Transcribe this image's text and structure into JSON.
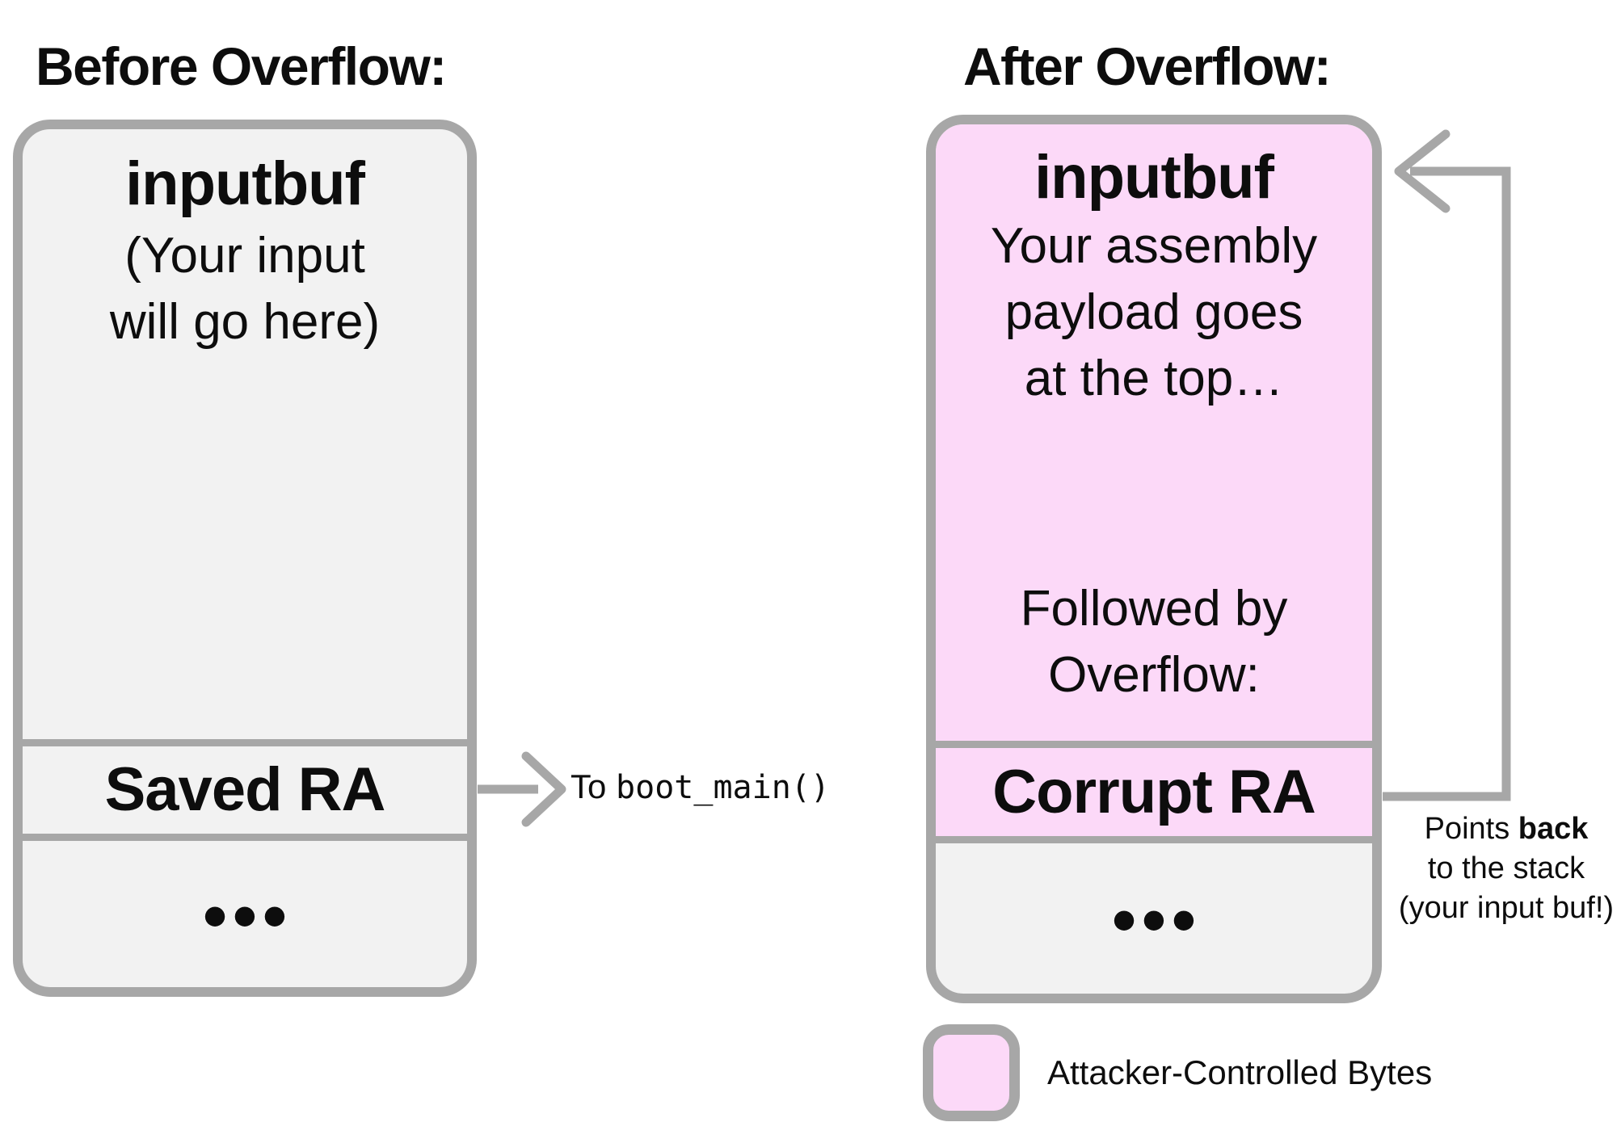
{
  "colors": {
    "attacker_pink": "#fcd9f8",
    "stack_gray_fill": "#f2f2f2",
    "outline_gray": "#a7a7a7",
    "text_black": "#0d0d0d"
  },
  "before": {
    "title": "Before Overflow:",
    "box": {
      "buffer_name": "inputbuf",
      "buffer_note": "(Your input\nwill go here)",
      "return_slot": "Saved RA",
      "dots": "●●●"
    },
    "arrow_label": {
      "prefix": "To ",
      "code": "boot_main()"
    }
  },
  "after": {
    "title": "After Overflow:",
    "box": {
      "buffer_name": "inputbuf",
      "payload_note": "Your assembly\npayload goes\nat the top…",
      "overflow_note": "Followed by\nOverflow:",
      "return_slot": "Corrupt RA",
      "dots": "●●●"
    },
    "annotation": {
      "line1_plain": "Points ",
      "line1_bold": "back",
      "line2": "to the stack",
      "line3": "(your input buf!)"
    }
  },
  "legend": {
    "label": "Attacker-Controlled Bytes"
  }
}
